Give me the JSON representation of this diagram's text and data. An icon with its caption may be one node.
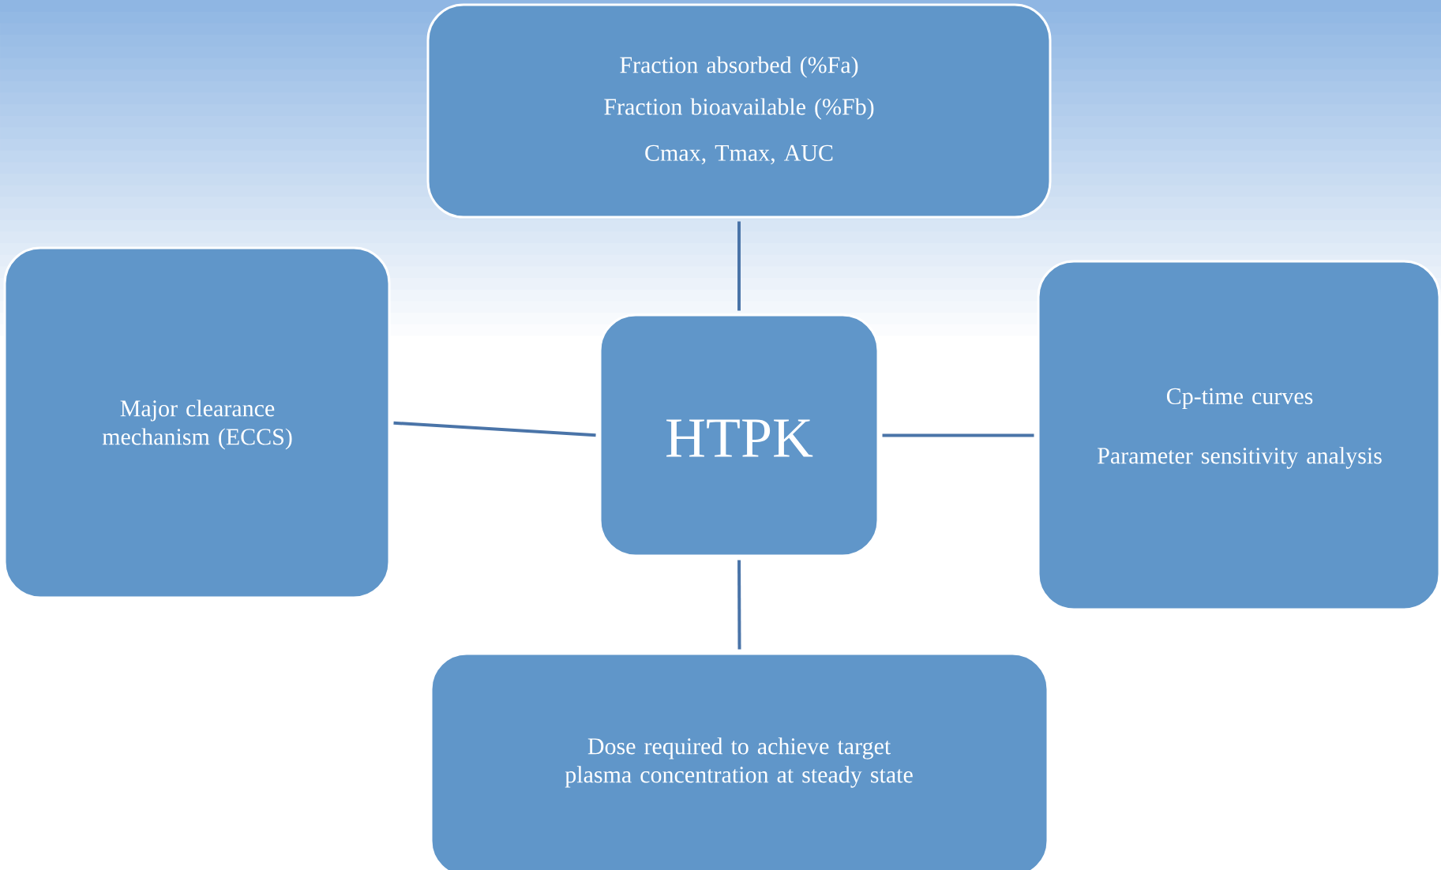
{
  "diagram": {
    "nodes": [
      {
        "text": [
          "Fraction absorbed (%Fa)",
          "Fraction bioavailable (%Fb)",
          "Cmax, Tmax, AUC"
        ]
      },
      {
        "text": [
          "Major clearance mechanism (ECCS)"
        ]
      },
      {
        "text": [
          "HTPK"
        ]
      },
      {
        "text": [
          "Cp-time curves",
          "Parameter sensitivity analysis"
        ]
      },
      {
        "text": [
          "Dose required to achieve target plasma concentration at steady state"
        ]
      }
    ],
    "edges": [
      {
        "from": 2,
        "to": 0,
        "arrow": "none"
      },
      {
        "from": 2,
        "to": 1,
        "arrow": "none"
      },
      {
        "from": 2,
        "to": 3,
        "arrow": "none"
      },
      {
        "from": 2,
        "to": 4,
        "arrow": "none"
      }
    ]
  }
}
